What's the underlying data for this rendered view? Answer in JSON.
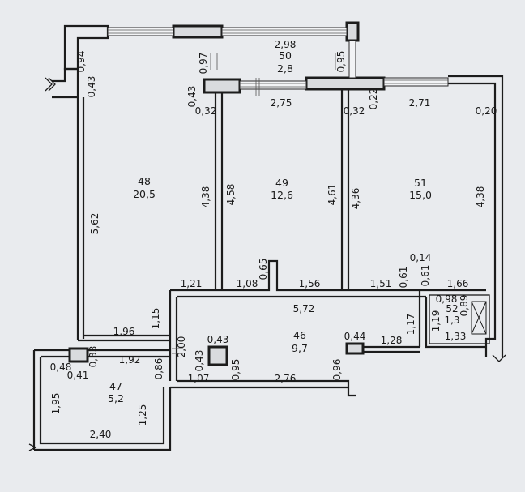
{
  "rooms": [
    {
      "number": "48",
      "area": "20,5"
    },
    {
      "number": "49",
      "area": "12,6"
    },
    {
      "number": "51",
      "area": "15,0"
    },
    {
      "number": "50",
      "area": "2,8"
    },
    {
      "number": "46",
      "area": "9,7"
    },
    {
      "number": "52",
      "area": "1,3"
    },
    {
      "number": "47",
      "area": "5,2"
    }
  ],
  "dimensions": [
    "2,98",
    "0,94",
    "0,43",
    "0,97",
    "0,95",
    "0,43",
    "0,32",
    "2,75",
    "0,32",
    "0,22",
    "2,71",
    "0,20",
    "4,38",
    "4,58",
    "4,61",
    "4,36",
    "4,38",
    "5,62",
    "0,65",
    "0,14",
    "0,61",
    "0,61",
    "1,21",
    "1,08",
    "1,56",
    "1,51",
    "1,66",
    "5,72",
    "1,15",
    "0,98",
    "0,89",
    "1,17",
    "1,19",
    "1,96",
    "2,00",
    "0,43",
    "0,44",
    "1,28",
    "1,33",
    "0,48",
    "0,41",
    "0,33",
    "1,92",
    "0,86",
    "0,43",
    "1,07",
    "0,95",
    "2,76",
    "0,96",
    "1,95",
    "1,25",
    "2,40"
  ]
}
